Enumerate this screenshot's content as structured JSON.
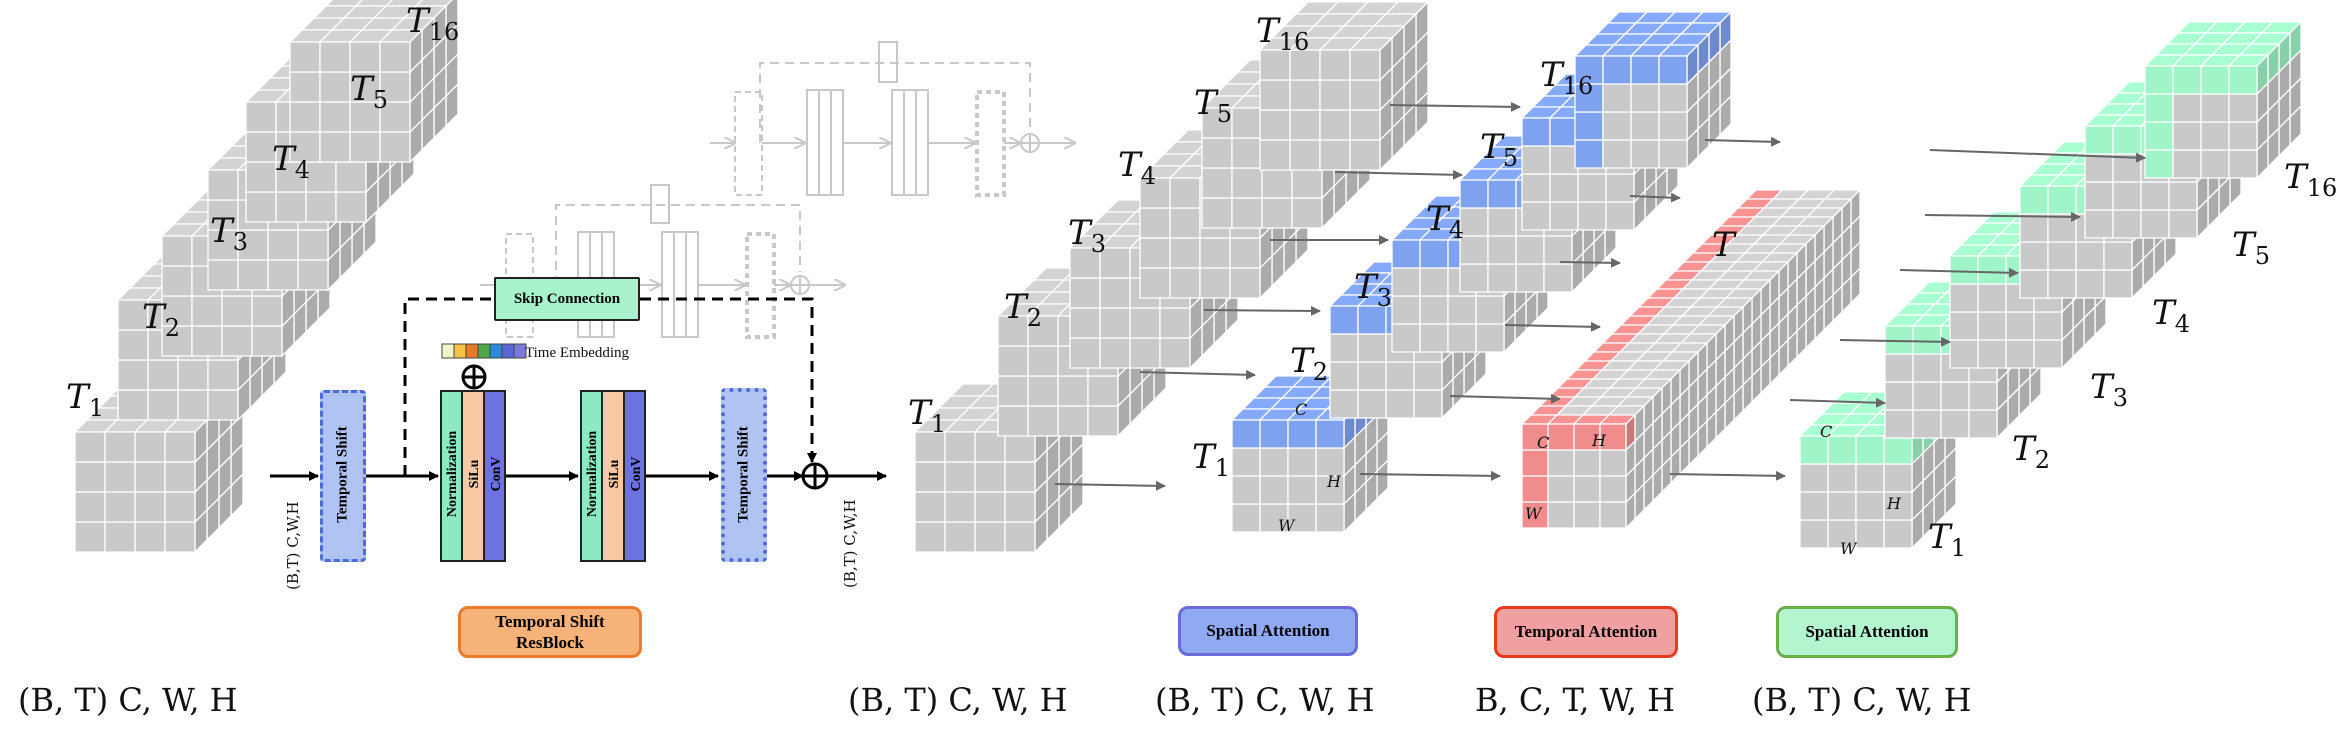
{
  "block": {
    "temporal_shift": "Temporal Shift",
    "normalization": "Normalization",
    "silu": "SiLu",
    "conv": "ConV",
    "skip_connection": "Skip Connection",
    "time_embedding": "Time Embedding"
  },
  "captions": {
    "temporal_shift_resblock": "Temporal Shift ResBlock",
    "spatial_attention_1": "Spatial Attention",
    "temporal_attention": "Temporal Attention",
    "spatial_attention_2": "Spatial Attention"
  },
  "dims": {
    "d1": "(B, T) C, W, H",
    "d2": "(B, T) C, W, H",
    "d3": "(B, T) C, W, H",
    "d4": "B, C, T, W, H",
    "d5": "(B, T) C, W, H",
    "v1": "(B,T) C,W,H",
    "v2": "(B,T) C,W,H"
  },
  "axes": {
    "c": "C",
    "h": "H",
    "w": "W",
    "t": "T"
  },
  "frames": {
    "stage1": [
      "T1",
      "T2",
      "T3",
      "T4",
      "T5",
      "T16"
    ],
    "stage2": [
      "T1",
      "T2",
      "T3",
      "T4",
      "T5",
      "T16"
    ],
    "stage3": [
      "T1",
      "T2",
      "T3",
      "T4",
      "T5",
      "T16"
    ],
    "stage5": [
      "T1",
      "T2",
      "T3",
      "T4",
      "T5",
      "T16"
    ]
  },
  "colors": {
    "cube_gray": "#c9c9c9",
    "spatial_blue": "#7fa2f0",
    "temporal_red": "#f08c8c",
    "spatial_green": "#9ff5c8",
    "temporal_shift_fill": "#b0c4f4",
    "norm": "#8ee8c0",
    "silu": "#f7c9a4",
    "conv": "#6c72e0",
    "skip": "#a8f2cc",
    "embed": [
      "#f3f3c8",
      "#f5c242",
      "#e87a2a",
      "#4ea84a",
      "#2c8ad8",
      "#5a66d8",
      "#7a7ad8"
    ]
  }
}
